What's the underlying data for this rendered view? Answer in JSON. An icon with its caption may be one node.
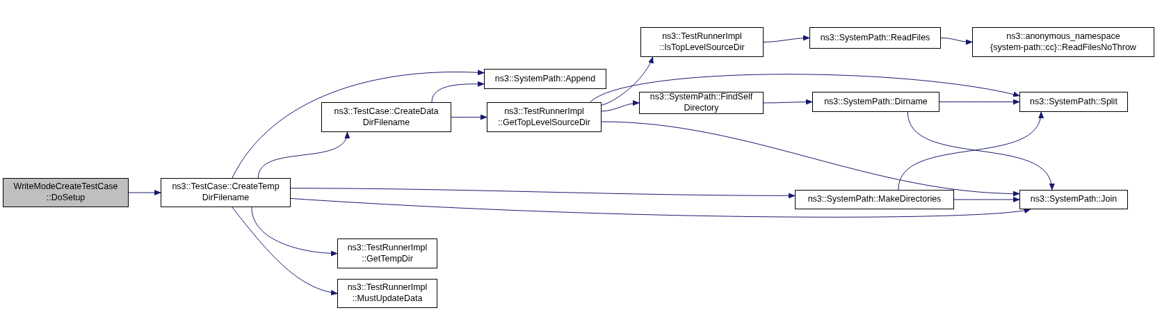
{
  "diagram": {
    "nodes": [
      {
        "text": [
          "WriteModeCreateTestCase ::DoSetup"
        ]
      },
      {
        "text": [
          "ns3::TestCase::CreateTemp DirFilename"
        ]
      },
      {
        "text": [
          "ns3::TestCase::CreateData DirFilename"
        ]
      },
      {
        "text": [
          "ns3::SystemPath::Append"
        ]
      },
      {
        "text": [
          "ns3::TestRunnerImpl ::GetTopLevelSourceDir"
        ]
      },
      {
        "text": [
          "ns3::TestRunnerImpl ::IsTopLevelSourceDir"
        ]
      },
      {
        "text": [
          "ns3::SystemPath::ReadFiles"
        ]
      },
      {
        "text": [
          "ns3::anonymous_namespace {system-path::cc}::ReadFilesNoThrow"
        ]
      },
      {
        "text": [
          "ns3::SystemPath::FindSelf Directory"
        ]
      },
      {
        "text": [
          "ns3::SystemPath::Dirname"
        ]
      },
      {
        "text": [
          "ns3::SystemPath::Split"
        ]
      },
      {
        "text": [
          "ns3::SystemPath::Join"
        ]
      },
      {
        "text": [
          "ns3::SystemPath::MakeDirectories"
        ]
      },
      {
        "text": [
          "ns3::TestRunnerImpl ::GetTempDir"
        ]
      },
      {
        "text": [
          "ns3::TestRunnerImpl ::MustUpdateData"
        ]
      }
    ],
    "edges": [
      {
        "from": 0,
        "to": 1,
        "arrow": "to"
      },
      {
        "from": 1,
        "to": 3,
        "arrow": "to"
      },
      {
        "from": 1,
        "to": 2,
        "arrow": "to"
      },
      {
        "from": 1,
        "to": 12,
        "arrow": "to"
      },
      {
        "from": 1,
        "to": 11,
        "arrow": "to"
      },
      {
        "from": 1,
        "to": 13,
        "arrow": "to"
      },
      {
        "from": 1,
        "to": 14,
        "arrow": "to"
      },
      {
        "from": 2,
        "to": 3,
        "arrow": "to"
      },
      {
        "from": 2,
        "to": 4,
        "arrow": "to"
      },
      {
        "from": 4,
        "to": 5,
        "arrow": "to"
      },
      {
        "from": 4,
        "to": 10,
        "arrow": "to"
      },
      {
        "from": 4,
        "to": 8,
        "arrow": "to"
      },
      {
        "from": 4,
        "to": 11,
        "arrow": "to"
      },
      {
        "from": 5,
        "to": 6,
        "arrow": "to"
      },
      {
        "from": 6,
        "to": 7,
        "arrow": "to"
      },
      {
        "from": 8,
        "to": 9,
        "arrow": "to"
      },
      {
        "from": 9,
        "to": 10,
        "arrow": "to"
      },
      {
        "from": 9,
        "to": 11,
        "arrow": "to"
      },
      {
        "from": 12,
        "to": 10,
        "arrow": "to"
      },
      {
        "from": 12,
        "to": 11,
        "arrow": "to"
      }
    ]
  }
}
